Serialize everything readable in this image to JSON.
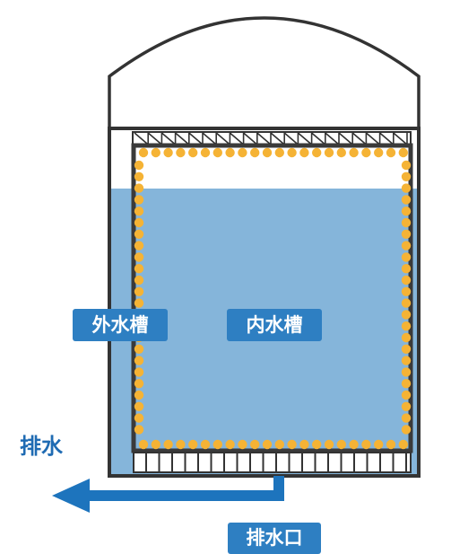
{
  "labels": {
    "outer_tub": "外水槽",
    "inner_tub": "内水槽",
    "drain": "排水",
    "drain_outlet": "排水口"
  },
  "colors": {
    "water": "#85b5da",
    "outline": "#333333",
    "holes": "#f5b335",
    "label_bg": "#2e7fc2",
    "drain_text": "#1f6bb3",
    "arrow": "#1d74bd"
  }
}
